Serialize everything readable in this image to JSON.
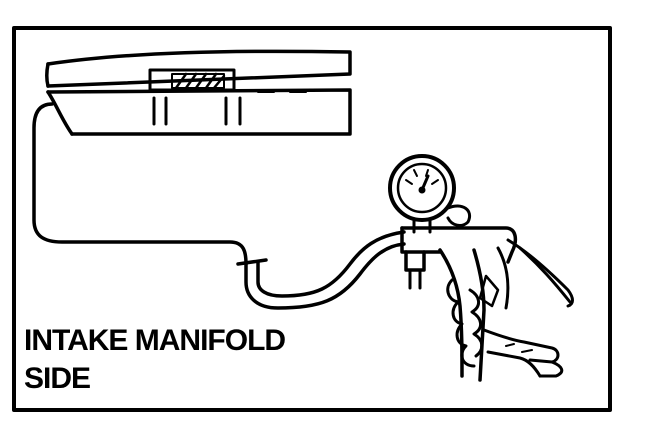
{
  "figure": {
    "caption_line1": "INTAKE MANIFOLD",
    "caption_line2": "SIDE"
  },
  "colors": {
    "ink": "#000000",
    "paper": "#ffffff"
  },
  "parts": [
    "intake-manifold",
    "vacuum-hose",
    "vacuum-gauge",
    "hand-vacuum-pump",
    "hand"
  ]
}
